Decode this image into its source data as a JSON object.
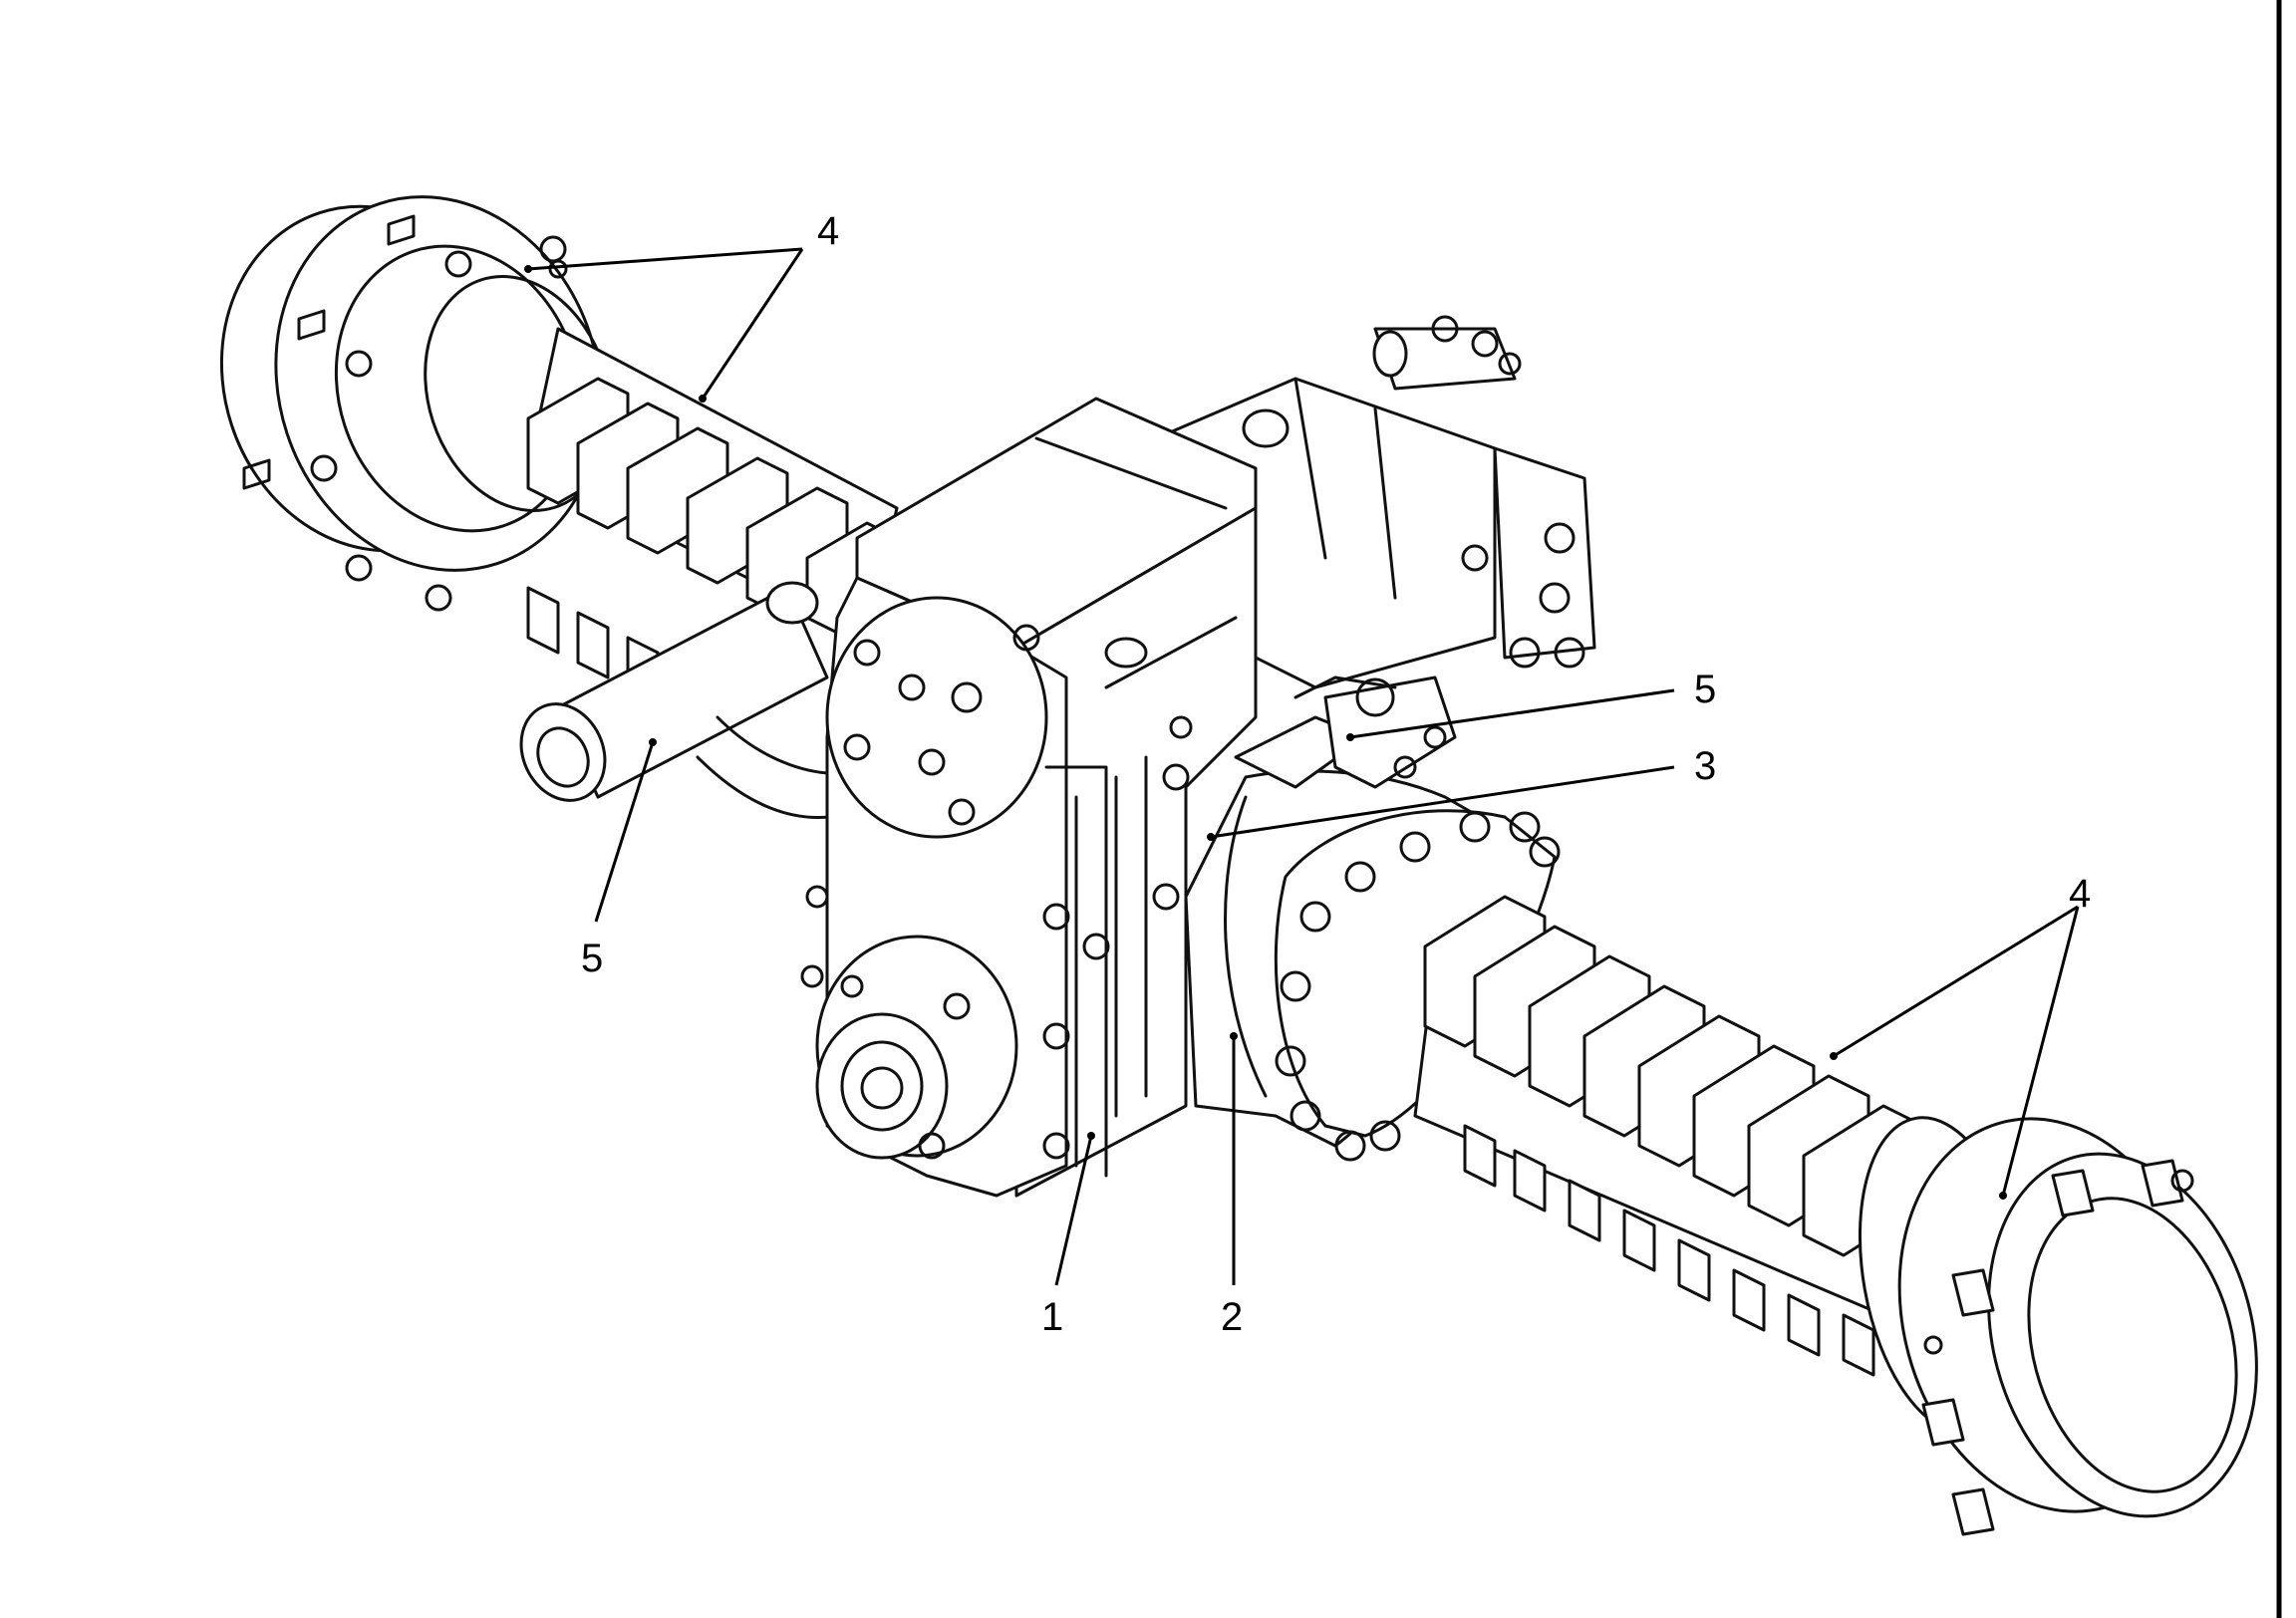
{
  "callouts": {
    "c1": "1",
    "c2": "2",
    "c3": "3",
    "c4_top": "4",
    "c4_bottom": "4",
    "c5_right": "5",
    "c5_left": "5"
  },
  "colors": {
    "ink": "#111111",
    "paper": "#ffffff"
  }
}
